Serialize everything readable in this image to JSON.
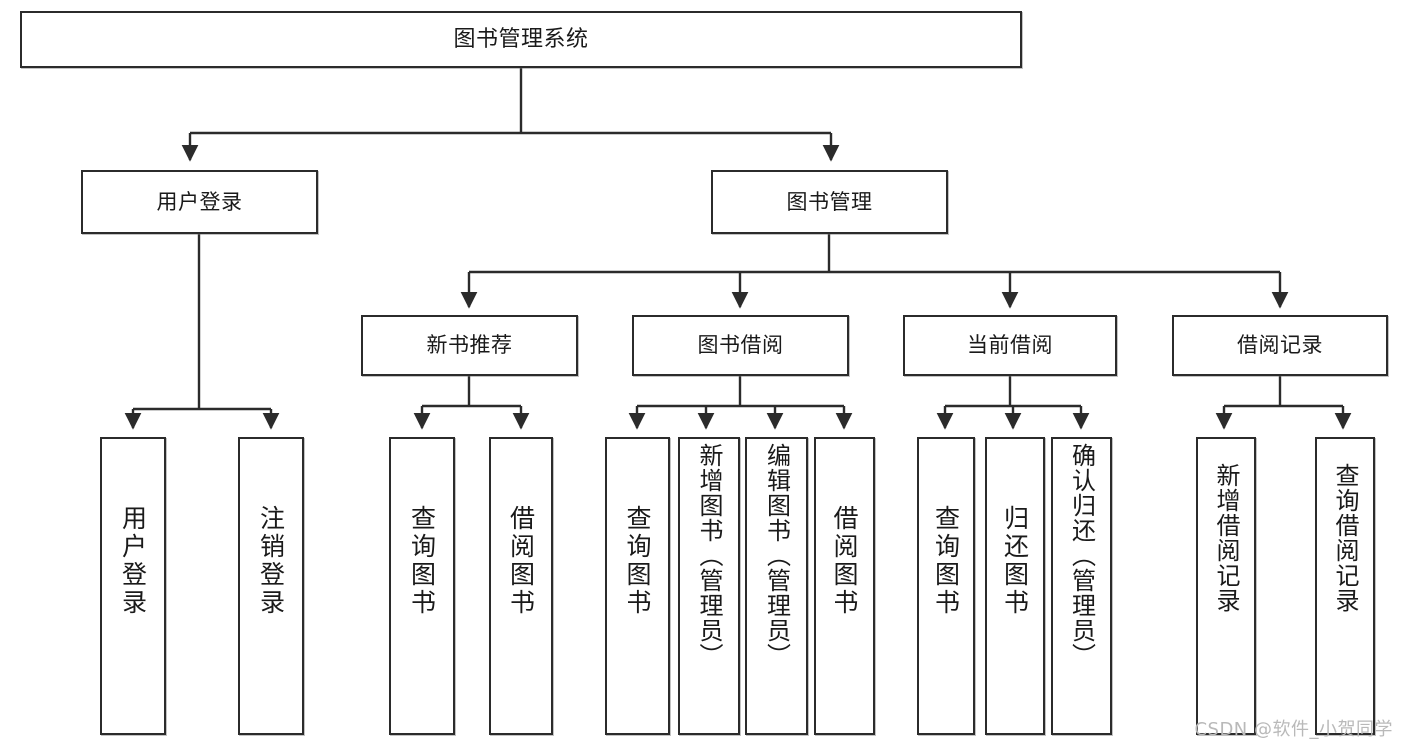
{
  "diagram": {
    "title": "图书管理系统",
    "watermark": "CSDN @软件_小贺同学",
    "theme": {
      "background": "#ffffff",
      "box_border": "#2b2b2b",
      "box_fill": "#ffffff",
      "edge": "#2b2b2b",
      "text": "#1a1a1a",
      "watermark": "#b9b9b9"
    },
    "root": {
      "label": "图书管理系统"
    },
    "level2": [
      {
        "label": "用户登录"
      },
      {
        "label": "图书管理"
      }
    ],
    "level3": [
      {
        "label": "新书推荐"
      },
      {
        "label": "图书借阅"
      },
      {
        "label": "当前借阅"
      },
      {
        "label": "借阅记录"
      }
    ],
    "leaves": [
      {
        "label": "用户登录"
      },
      {
        "label": "注销登录"
      },
      {
        "label": "查询图书"
      },
      {
        "label": "借阅图书"
      },
      {
        "label": "查询图书"
      },
      {
        "label": "新增图书（管理员）"
      },
      {
        "label": "编辑图书（管理员）"
      },
      {
        "label": "借阅图书"
      },
      {
        "label": "查询图书"
      },
      {
        "label": "归还图书"
      },
      {
        "label": "确认归还（管理员）"
      },
      {
        "label": "新增借阅记录"
      },
      {
        "label": "查询借阅记录"
      }
    ]
  }
}
